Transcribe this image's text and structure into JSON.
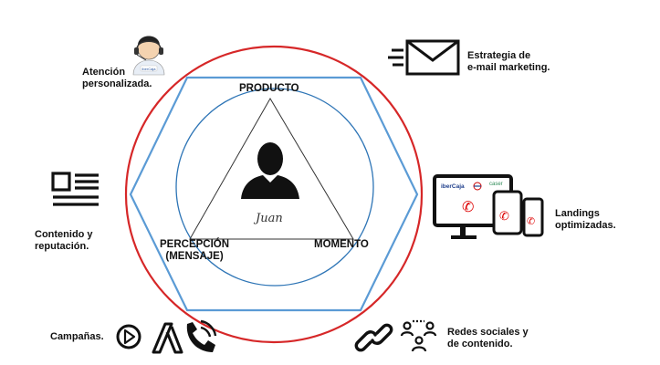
{
  "colors": {
    "circle_outer": "#d62728",
    "hexagon": "#5b9bd5",
    "circle_inner": "#2e75b6",
    "triangle": "#333333",
    "icons": "#111111"
  },
  "center": {
    "top_label": "PRODUCTO",
    "left_label": "PERCEPCIÓN\n(MENSAJE)",
    "right_label": "MOMENTO",
    "signature": "Juan",
    "icon": "person-silhouette-icon"
  },
  "items": {
    "atencion": {
      "label": "Atención\npersonalizada.",
      "icon": "support-agent-icon",
      "badge": "iberCaja"
    },
    "email": {
      "label": "Estrategia de\ne-mail marketing.",
      "icon": "envelope-speed-icon"
    },
    "contenido": {
      "label": "Contenido y\nreputación.",
      "icon": "article-icon"
    },
    "landings": {
      "label": "Landings\noptimizadas.",
      "icon": "devices-icon",
      "brand_1": "iberCaja",
      "brand_2": "caser"
    },
    "campanas": {
      "label": "Campañas.",
      "icons": [
        "play-circle-icon",
        "adwords-icon",
        "phone-call-icon"
      ]
    },
    "redes": {
      "label": "Redes sociales y\nde contenido.",
      "icons": [
        "link-icon",
        "people-network-icon"
      ]
    }
  }
}
